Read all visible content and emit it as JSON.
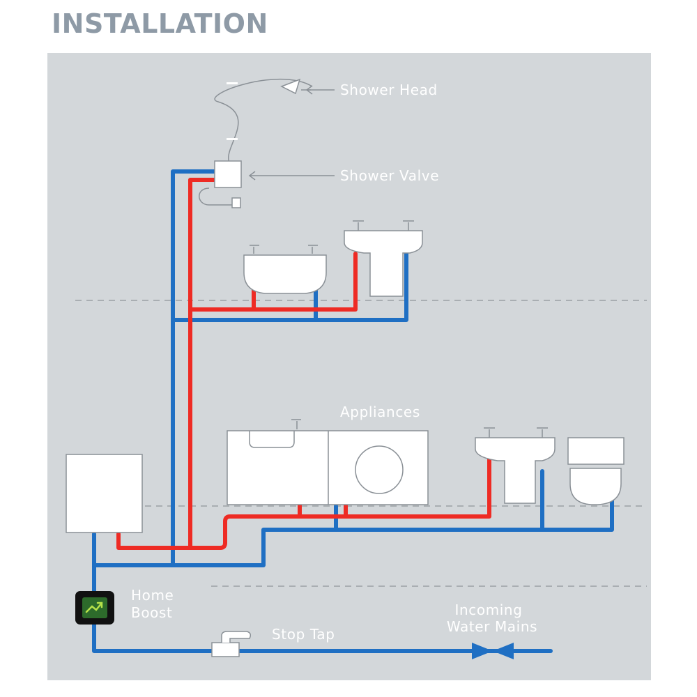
{
  "title": "INSTALLATION",
  "labels": {
    "shower_head": "Shower Head",
    "shower_valve": "Shower Valve",
    "appliances": "Appliances",
    "home_boost_line1": "Home",
    "home_boost_line2": "Boost",
    "stop_tap": "Stop Tap",
    "mains_line1": "Incoming",
    "mains_line2": "Water Mains"
  },
  "colors": {
    "title": "#8e9aa6",
    "panel": "#d3d7da",
    "hot_pipe": "#ee2b24",
    "cold_pipe": "#1f6fc3",
    "fixture_fill": "#ffffff",
    "fixture_stroke": "#8a9096",
    "label": "#ffffff",
    "divider": "#a9aeb2",
    "device_body": "#111111",
    "device_screen": "#2d6b2b",
    "device_glyph": "#b6e14a"
  },
  "icons": {
    "home_boost": "home-boost-device-icon",
    "stop_tap": "stop-tap-icon",
    "mains_valve": "butterfly-valve-icon"
  }
}
